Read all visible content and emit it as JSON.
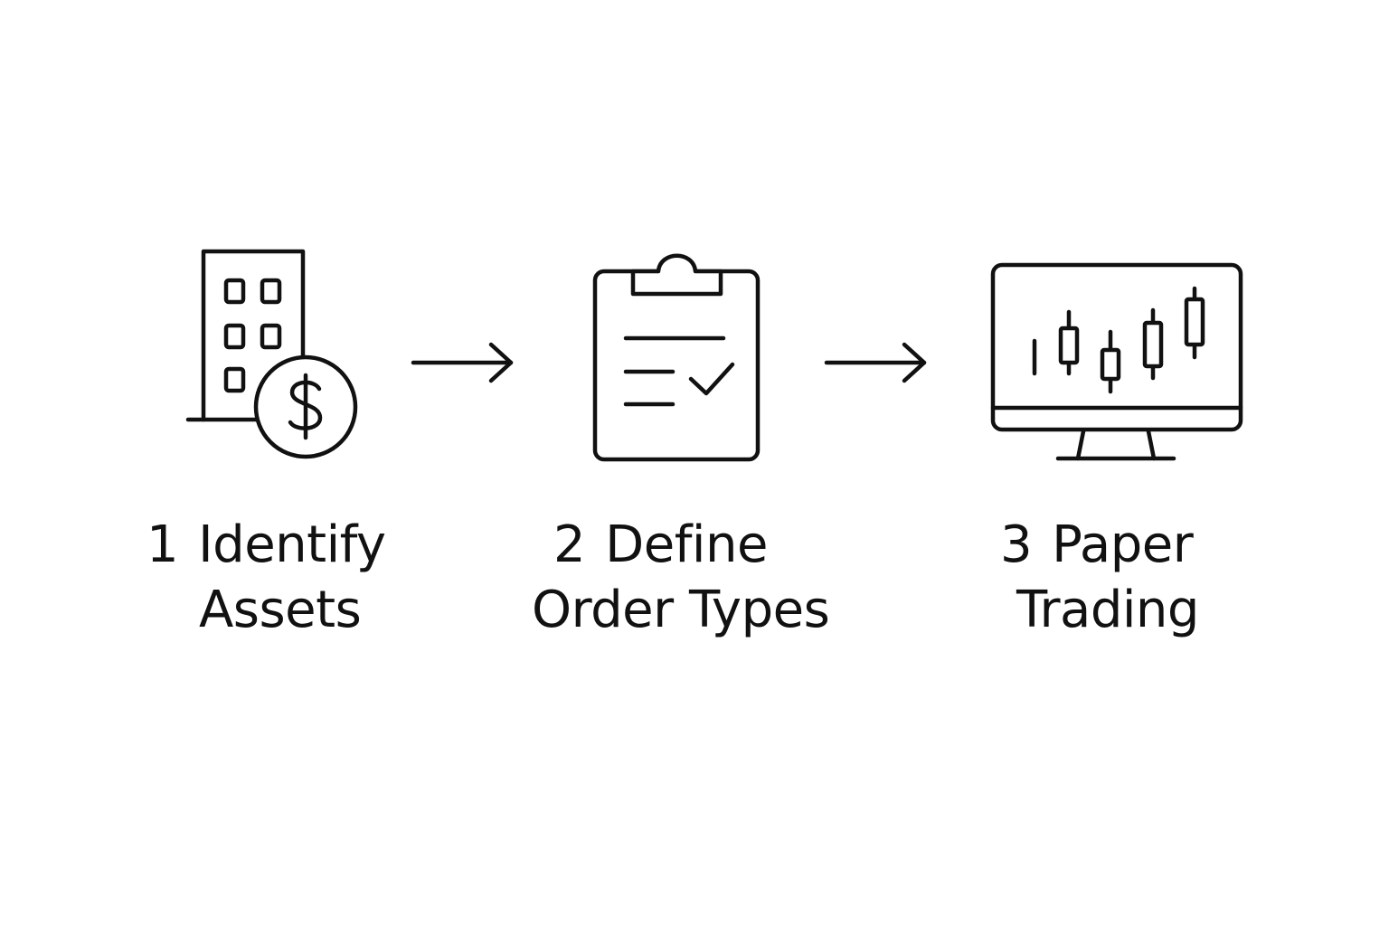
{
  "colors": {
    "stroke": "#111111",
    "background": "#ffffff"
  },
  "steps": [
    {
      "number": "1",
      "line1": "Identify",
      "line2": "Assets",
      "icon": "building-dollar-icon"
    },
    {
      "number": "2",
      "line1": "Define",
      "line2": "Order Types",
      "icon": "clipboard-check-icon"
    },
    {
      "number": "3",
      "line1": "Paper",
      "line2": "Trading",
      "icon": "monitor-candlestick-icon"
    }
  ],
  "connectors": [
    {
      "icon": "arrow-right-icon"
    },
    {
      "icon": "arrow-right-icon"
    }
  ]
}
